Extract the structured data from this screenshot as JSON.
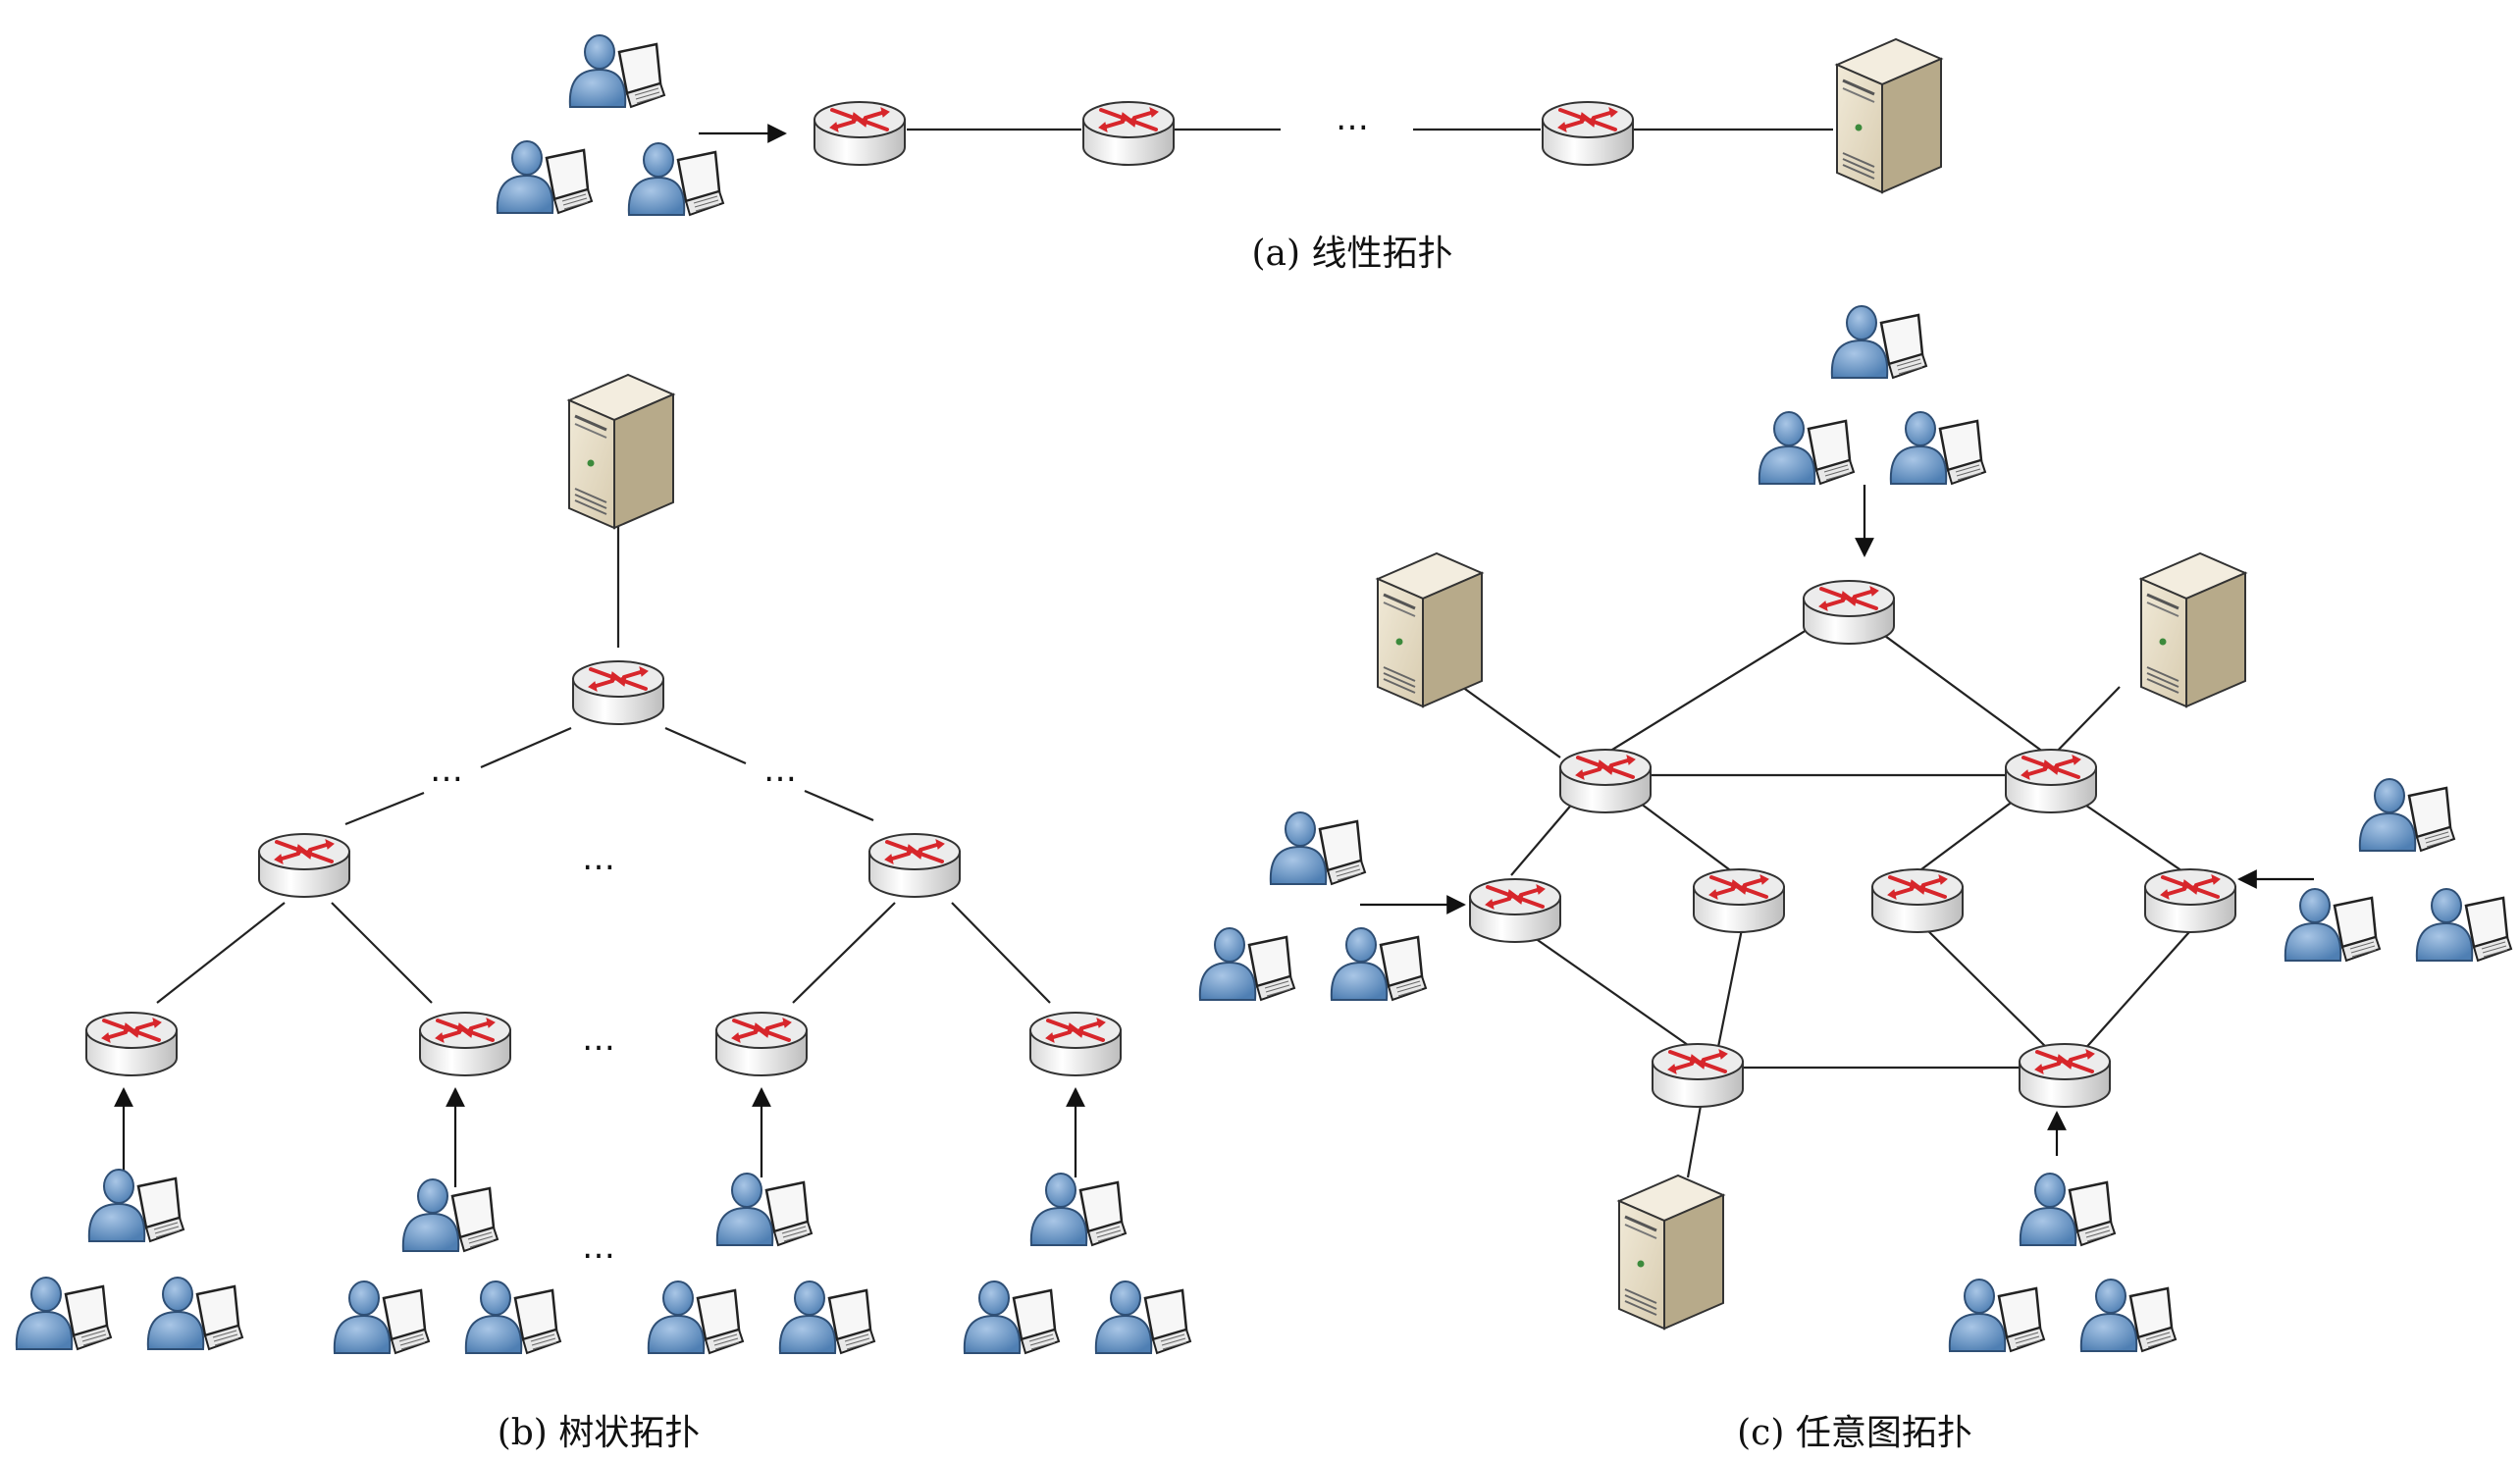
{
  "captions": {
    "linear": "(a) 线性拓扑",
    "tree": "(b) 树状拓扑",
    "graph": "(c) 任意图拓扑"
  },
  "ellipsis": "…",
  "colors": {
    "router_top": "#e4e4e4",
    "router_body": "#f2f2f2",
    "router_arrow": "#d7262b",
    "server_front": "#e6dcc6",
    "server_side": "#b8ab8c",
    "user_blue": "#6f97c3",
    "laptop": "#2c2c2c"
  },
  "icons": {
    "router": "router-icon",
    "server": "server-icon",
    "user": "user-laptop-icon"
  }
}
